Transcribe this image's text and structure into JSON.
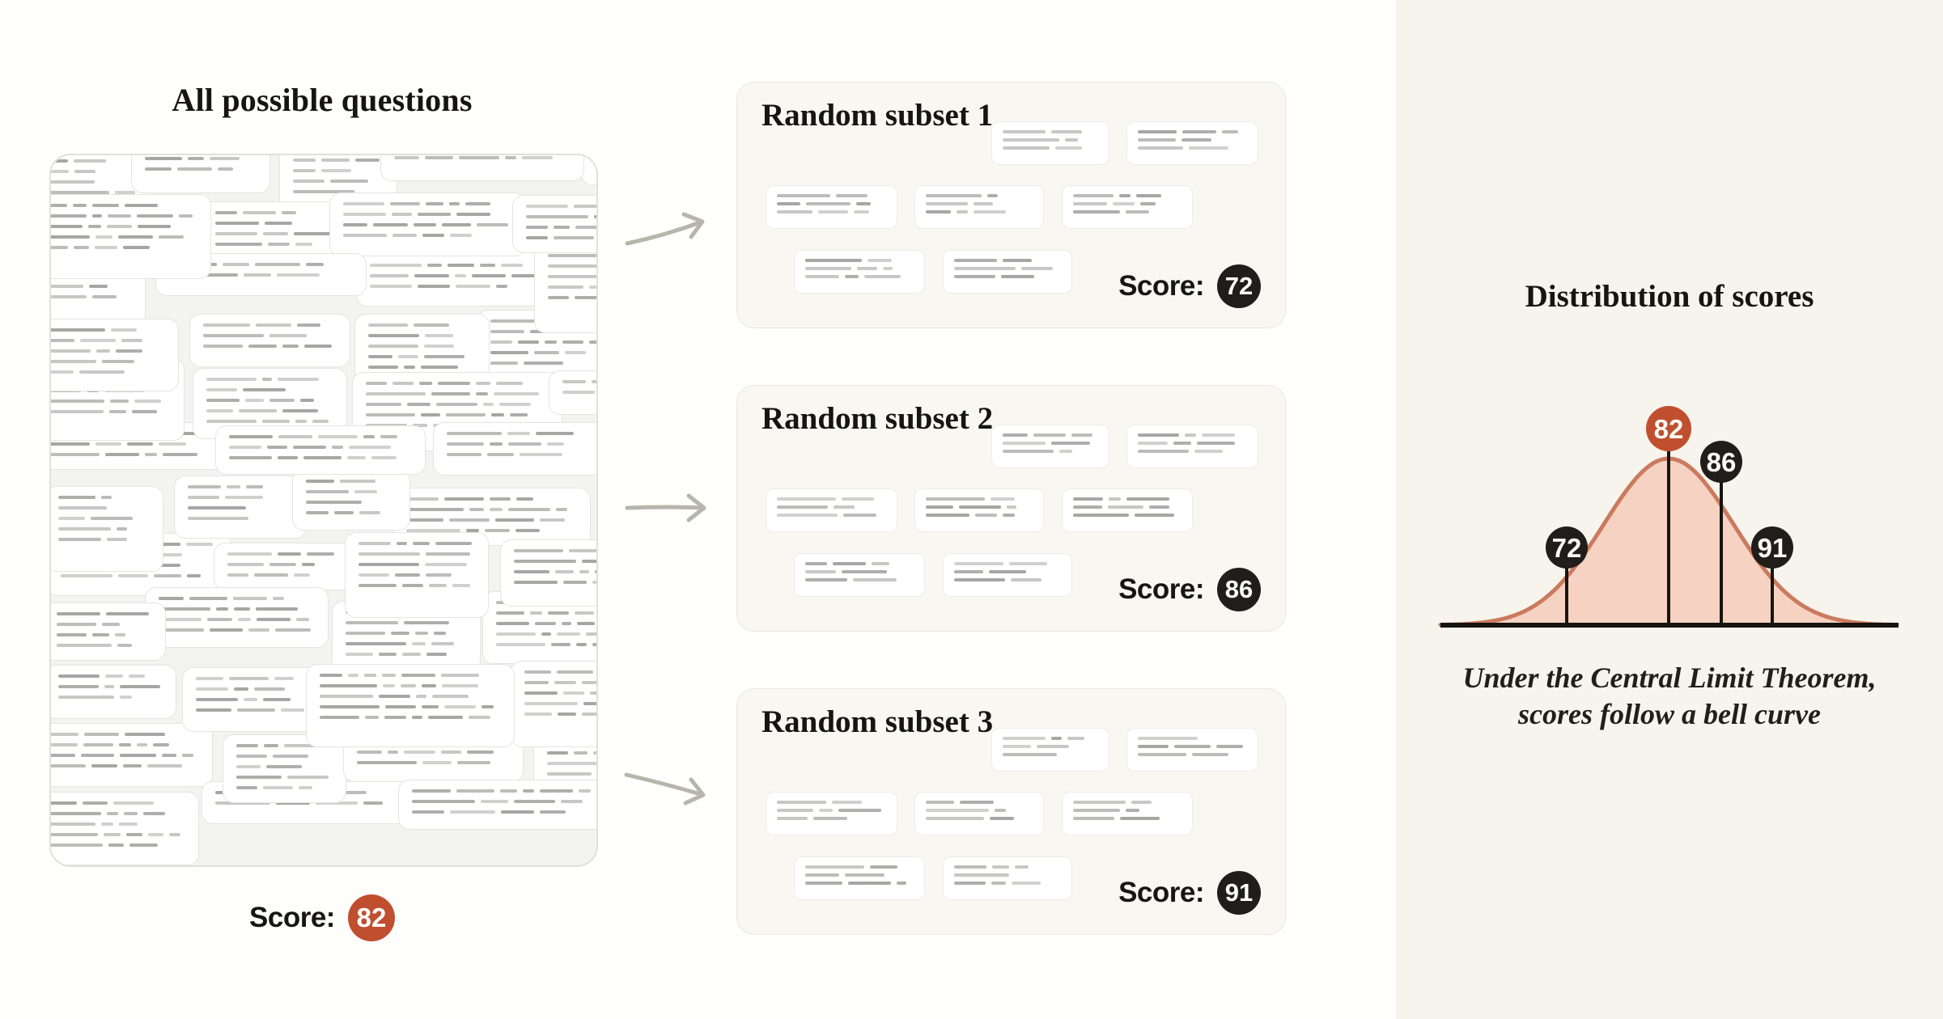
{
  "page": {
    "background": "#fefefc",
    "panel_background": "#f6f4ec",
    "accent_orange": "#bf4f2e",
    "badge_black": "#201d1b"
  },
  "labels": {
    "score": "Score:"
  },
  "pool": {
    "title": "All possible questions",
    "score": "82"
  },
  "subsets": [
    {
      "title": "Random subset 1",
      "score": "72"
    },
    {
      "title": "Random subset 2",
      "score": "86"
    },
    {
      "title": "Random subset 3",
      "score": "91"
    }
  ],
  "distribution": {
    "title": "Distribution of scores",
    "caption": [
      "Under the Central Limit Theorem,",
      "scores follow a bell curve"
    ]
  },
  "chart_data": {
    "type": "area",
    "title": "Distribution of scores",
    "curve": "normal-bell-curve",
    "mean": 82,
    "markers": [
      {
        "value": "72",
        "color": "#201d1b"
      },
      {
        "value": "82",
        "color": "#bf4f2e"
      },
      {
        "value": "86",
        "color": "#201d1b"
      },
      {
        "value": "91",
        "color": "#201d1b"
      }
    ],
    "fill_color": "#f5d2c2",
    "stroke_color": "#cb7a5f",
    "axis_color": "#161410",
    "annotations": [
      "Under the Central Limit Theorem,",
      "scores follow a bell curve"
    ],
    "legend": "none",
    "grid": "off"
  }
}
